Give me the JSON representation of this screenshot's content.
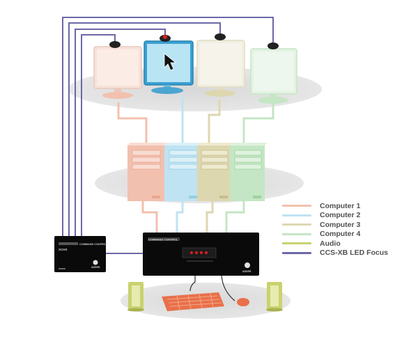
{
  "legend": {
    "items": [
      {
        "label": "Computer 1",
        "color": "#f2c0ae"
      },
      {
        "label": "Computer 2",
        "color": "#bfe3f2"
      },
      {
        "label": "Computer 3",
        "color": "#ddd7b0"
      },
      {
        "label": "Computer 4",
        "color": "#c4e6c4"
      },
      {
        "label": "Audio",
        "color": "#c9d26e"
      },
      {
        "label": "CCS-XB LED Focus",
        "color": "#6a68a8"
      }
    ]
  },
  "switch_unit": {
    "brand": "COMMAND CONTROL",
    "logo_text": "ADDER"
  },
  "led_unit": {
    "brand": "COMMAND CONTROL",
    "model": "XCHS",
    "logo_text": "ADDER"
  },
  "colors": {
    "computer1": "#f2c0ae",
    "computer2": "#bfe3f2",
    "computer3": "#ddd7b0",
    "computer4": "#c4e6c4",
    "audio": "#c9d26e",
    "led_focus": "#6a68a8",
    "keyboard": "#e8704a",
    "speakers": "#c9d26e"
  }
}
